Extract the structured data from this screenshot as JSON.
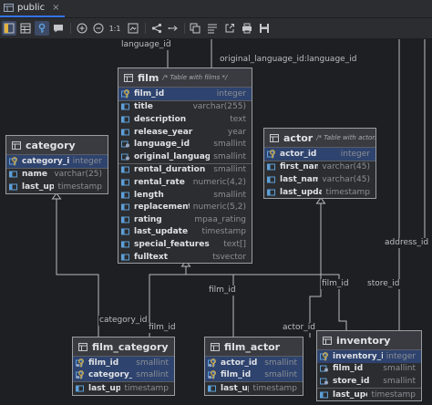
{
  "tab": {
    "title": "public",
    "close": "×"
  },
  "toolbar": {
    "ratio_label": "1:1"
  },
  "relations": {
    "language_id": "language_id",
    "original_language_id": "original_language_id:language_id",
    "address_id": "address_id",
    "store_id": "store_id",
    "category_id": "category_id",
    "film_id_a": "film_id",
    "film_id_b": "film_id",
    "film_id_c": "film_id",
    "actor_id": "actor_id"
  },
  "tables": {
    "film": {
      "name": "film",
      "comment": "/* Table with films */",
      "columns": [
        {
          "name": "film_id",
          "type": "integer",
          "key": "pk"
        },
        {
          "name": "title",
          "type": "varchar(255)",
          "key": "col"
        },
        {
          "name": "description",
          "type": "text",
          "key": "col"
        },
        {
          "name": "release_year",
          "type": "year",
          "key": "col"
        },
        {
          "name": "language_id",
          "type": "smallint",
          "key": "fk"
        },
        {
          "name": "original_language_id",
          "type": "smallint",
          "key": "fk"
        },
        {
          "name": "rental_duration",
          "type": "smallint",
          "key": "col"
        },
        {
          "name": "rental_rate",
          "type": "numeric(4,2)",
          "key": "col"
        },
        {
          "name": "length",
          "type": "smallint",
          "key": "col"
        },
        {
          "name": "replacement_cost",
          "type": "numeric(5,2)",
          "key": "col"
        },
        {
          "name": "rating",
          "type": "mpaa_rating",
          "key": "col"
        },
        {
          "name": "last_update",
          "type": "timestamp",
          "key": "col"
        },
        {
          "name": "special_features",
          "type": "text[]",
          "key": "col"
        },
        {
          "name": "fulltext",
          "type": "tsvector",
          "key": "col"
        }
      ]
    },
    "category": {
      "name": "category",
      "comment": "",
      "columns": [
        {
          "name": "category_id",
          "type": "integer",
          "key": "pk"
        },
        {
          "name": "name",
          "type": "varchar(25)",
          "key": "col"
        },
        {
          "name": "last_update",
          "type": "timestamp",
          "key": "col"
        }
      ]
    },
    "actor": {
      "name": "actor",
      "comment": "/* Table with actors */",
      "columns": [
        {
          "name": "actor_id",
          "type": "integer",
          "key": "pk"
        },
        {
          "name": "first_name",
          "type": "varchar(45)",
          "key": "col"
        },
        {
          "name": "last_name",
          "type": "varchar(45)",
          "key": "col"
        },
        {
          "name": "last_update",
          "type": "timestamp",
          "key": "col"
        }
      ]
    },
    "film_category": {
      "name": "film_category",
      "comment": "",
      "columns": [
        {
          "name": "film_id",
          "type": "smallint",
          "key": "pkfk"
        },
        {
          "name": "category_id",
          "type": "smallint",
          "key": "pkfk"
        },
        {
          "name": "last_update",
          "type": "timestamp",
          "key": "col"
        }
      ]
    },
    "film_actor": {
      "name": "film_actor",
      "comment": "",
      "columns": [
        {
          "name": "actor_id",
          "type": "smallint",
          "key": "pkfk"
        },
        {
          "name": "film_id",
          "type": "smallint",
          "key": "pkfk"
        },
        {
          "name": "last_update",
          "type": "timestamp",
          "key": "col"
        }
      ]
    },
    "inventory": {
      "name": "inventory",
      "comment": "",
      "columns": [
        {
          "name": "inventory_id",
          "type": "integer",
          "key": "pk"
        },
        {
          "name": "film_id",
          "type": "smallint",
          "key": "fk"
        },
        {
          "name": "store_id",
          "type": "smallint",
          "key": "fk"
        },
        {
          "name": "last_update",
          "type": "timestamp",
          "key": "col"
        }
      ]
    }
  },
  "colors": {
    "accent": "#3574f0",
    "key": "#e0b13d",
    "column": "#5e9fd8",
    "line": "#b9bbc0"
  }
}
